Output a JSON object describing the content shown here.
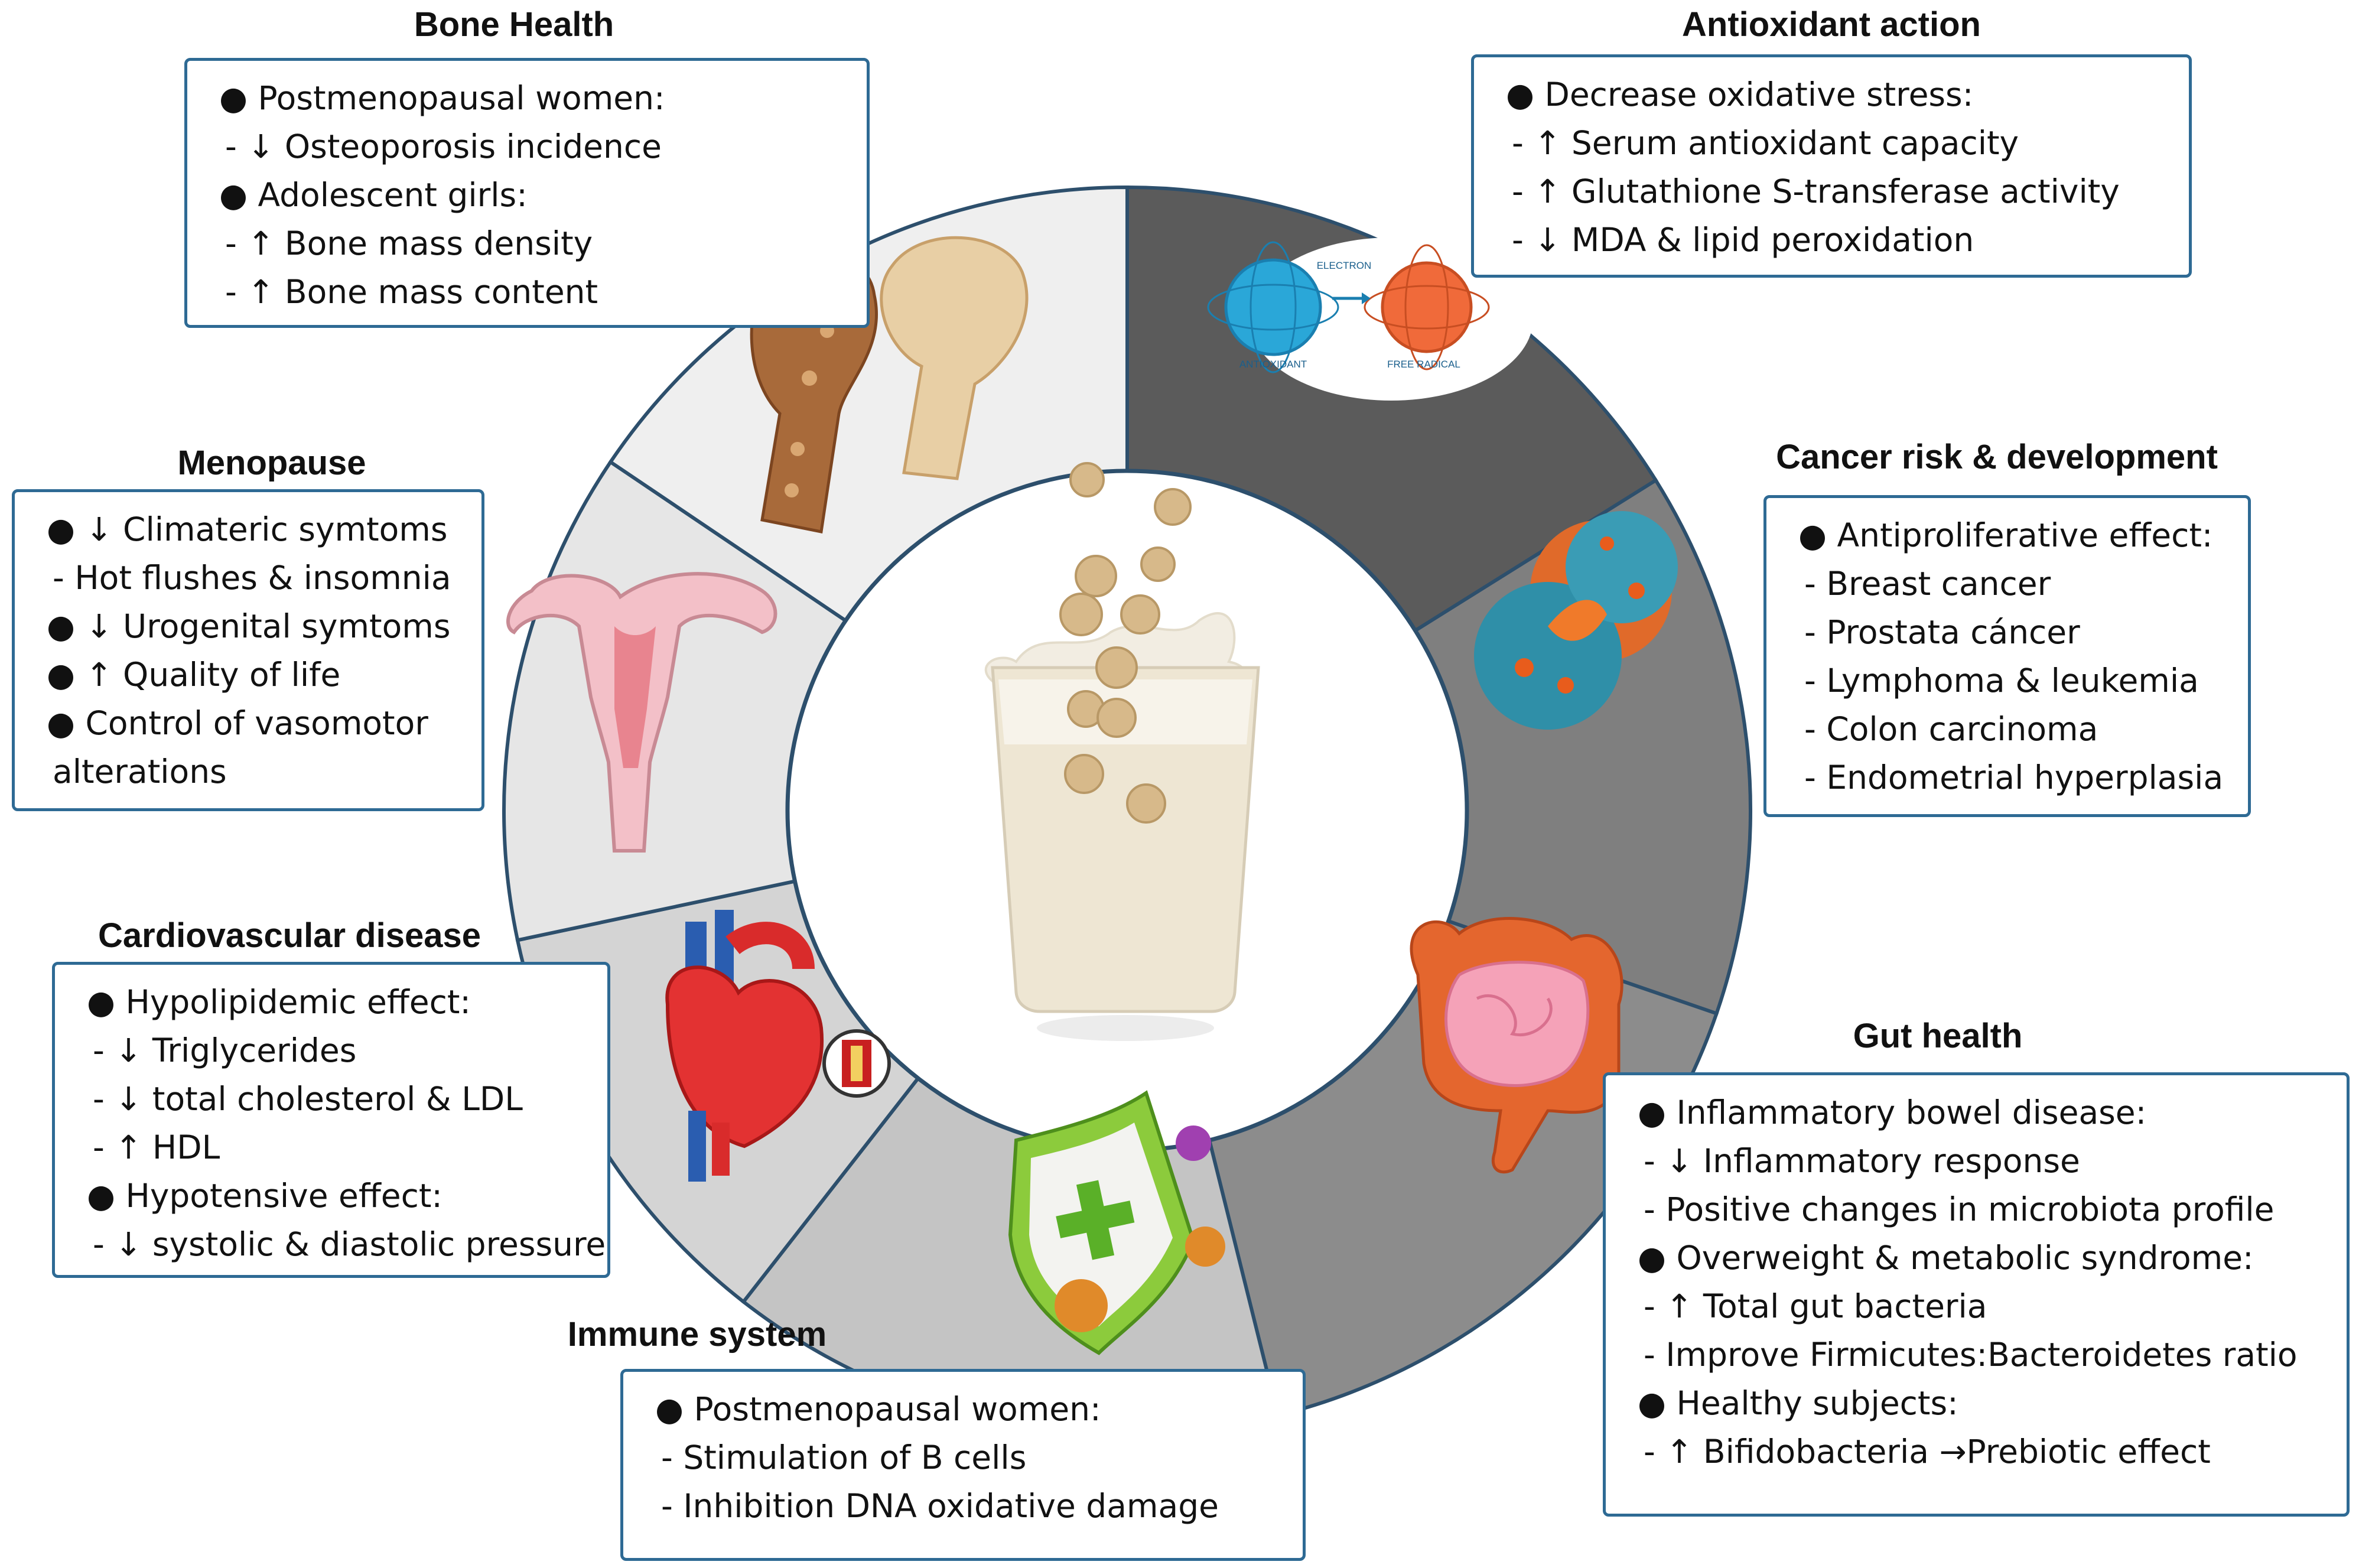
{
  "center": {
    "image": "soy-milk-glass-with-falling-soybeans"
  },
  "sections": {
    "bone": {
      "title": "Bone Health",
      "icon": "femur-bone-icon",
      "items": [
        {
          "kind": "bullet",
          "text": "● Postmenopausal women:"
        },
        {
          "kind": "sub",
          "text": "- ↓ Osteoporosis incidence"
        },
        {
          "kind": "bullet",
          "text": "● Adolescent girls:"
        },
        {
          "kind": "sub",
          "text": "- ↑ Bone mass density"
        },
        {
          "kind": "sub",
          "text": "- ↑ Bone mass content"
        }
      ]
    },
    "antioxidant": {
      "title": "Antioxidant action",
      "icon": "antioxidant-electron-icon",
      "icon_labels": {
        "electron": "ELECTRON",
        "antioxidant": "ANTIOXIDANT",
        "free_radical": "FREE RADICAL"
      },
      "items": [
        {
          "kind": "bullet",
          "text": "● Decrease oxidative stress:"
        },
        {
          "kind": "sub",
          "text": "- ↑ Serum antioxidant capacity"
        },
        {
          "kind": "sub",
          "text": "- ↑ Glutathione S-transferase activity"
        },
        {
          "kind": "sub",
          "text": "- ↓ MDA & lipid peroxidation"
        }
      ]
    },
    "cancer": {
      "title": "Cancer risk & development",
      "icon": "dividing-cancer-cell-icon",
      "items": [
        {
          "kind": "bullet",
          "text": "● Antiproliferative effect:"
        },
        {
          "kind": "sub",
          "text": "- Breast cancer"
        },
        {
          "kind": "sub",
          "text": "- Prostata cáncer"
        },
        {
          "kind": "sub",
          "text": "- Lymphoma & leukemia"
        },
        {
          "kind": "sub",
          "text": "- Colon carcinoma"
        },
        {
          "kind": "sub",
          "text": "- Endometrial hyperplasia"
        }
      ]
    },
    "gut": {
      "title": "Gut health",
      "icon": "intestines-icon",
      "items": [
        {
          "kind": "bullet",
          "text": "● Inflammatory bowel disease:"
        },
        {
          "kind": "sub",
          "text": "- ↓ Inflammatory response"
        },
        {
          "kind": "sub",
          "text": "-  Positive changes in microbiota profile"
        },
        {
          "kind": "bullet",
          "text": "● Overweight & metabolic syndrome:"
        },
        {
          "kind": "sub",
          "text": "- ↑ Total gut bacteria"
        },
        {
          "kind": "sub",
          "text": "- Improve Firmicutes:Bacteroidetes ratio"
        },
        {
          "kind": "bullet",
          "text": "● Healthy subjects:"
        },
        {
          "kind": "sub",
          "text": "- ↑ Bifidobacteria →Prebiotic effect"
        }
      ]
    },
    "immune": {
      "title": "Immune system",
      "icon": "immune-shield-icon",
      "items": [
        {
          "kind": "bullet",
          "text": "● Postmenopausal women:"
        },
        {
          "kind": "sub",
          "text": "- Stimulation of B cells"
        },
        {
          "kind": "sub",
          "text": "- Inhibition DNA oxidative damage"
        }
      ]
    },
    "cardio": {
      "title": "Cardiovascular disease",
      "icon": "heart-artery-icon",
      "items": [
        {
          "kind": "bullet",
          "text": "● Hypolipidemic effect:"
        },
        {
          "kind": "sub",
          "text": "- ↓ Triglycerides"
        },
        {
          "kind": "sub",
          "text": "- ↓ total cholesterol & LDL"
        },
        {
          "kind": "sub",
          "text": "- ↑ HDL"
        },
        {
          "kind": "bullet",
          "text": "● Hypotensive effect:"
        },
        {
          "kind": "sub",
          "text": "- ↓ systolic & diastolic pressure"
        }
      ]
    },
    "menopause": {
      "title": "Menopause",
      "icon": "uterus-icon",
      "items": [
        {
          "kind": "bullet",
          "text": "● ↓ Climateric symtoms"
        },
        {
          "kind": "sub",
          "text": "- Hot flushes & insomnia"
        },
        {
          "kind": "bullet",
          "text": "● ↓ Urogenital symtoms"
        },
        {
          "kind": "bullet",
          "text": "● ↑ Quality of life"
        },
        {
          "kind": "bullet",
          "text": "● Control of vasomotor"
        },
        {
          "kind": "sub",
          "text": "alterations"
        }
      ]
    }
  },
  "colors": {
    "box_border": "#2e6a94",
    "ring_outline": "#2d4f6c",
    "segment_bone": "#efefef",
    "segment_antioxidant": "#5b5b5b",
    "segment_cancer": "#7f7f7f",
    "segment_gut": "#8c8c8c",
    "segment_immune": "#c4c4c4",
    "segment_cardio": "#d4d4d4",
    "segment_menopause": "#e6e6e6"
  }
}
